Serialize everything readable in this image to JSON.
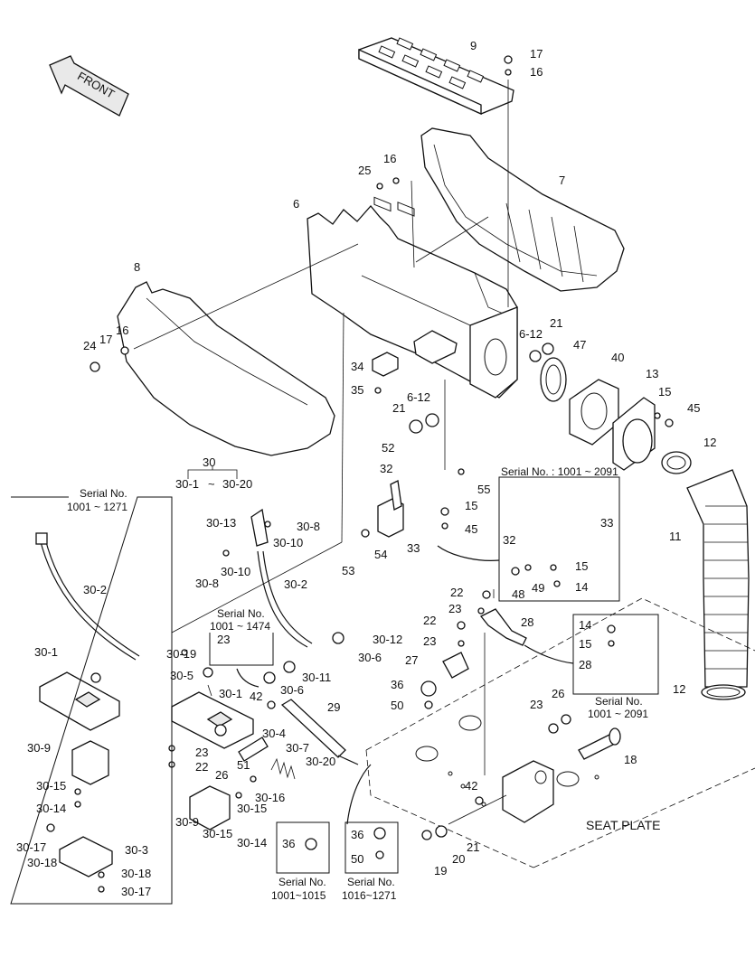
{
  "front_arrow": {
    "text": "FRONT"
  },
  "seat_plate": {
    "text": "SEAT PLATE"
  },
  "group_30": {
    "title": "30",
    "range_start": "30-1",
    "tilde": "~",
    "range_end": "30-20"
  },
  "serial_boxes": {
    "left": {
      "line1": "Serial No.",
      "line2": "1001 ~ 1271"
    },
    "right_mid": {
      "text": "Serial No. : 1001 ~ 2091"
    },
    "small_mid": {
      "line1": "Serial No.",
      "line2": "1001 ~ 1474"
    },
    "bracket_28": {
      "line1": "Serial No.",
      "line2": "1001 ~ 2091"
    },
    "bolt_a": {
      "line1": "Serial No.",
      "line2": "1001~1015"
    },
    "bolt_b": {
      "line1": "Serial No.",
      "line2": "1016~1271"
    }
  },
  "part_labels": {
    "p9": "9",
    "p17a": "17",
    "p16a": "16",
    "p7": "7",
    "p25": "25",
    "p16b": "16",
    "p6": "6",
    "p8": "8",
    "p24": "24",
    "p17b": "17",
    "p16c": "16",
    "p34": "34",
    "p35": "35",
    "p6_12a": "6-12",
    "p21a": "21",
    "p47": "47",
    "p40": "40",
    "p13": "13",
    "p15a": "15",
    "p45a": "45",
    "p6_12b": "6-12",
    "p21b": "21",
    "p12a": "12",
    "p52": "52",
    "p32a": "32",
    "p55": "55",
    "p15b": "15",
    "p45b": "45",
    "p33a": "33",
    "p53": "53",
    "p54": "54",
    "p32b": "32",
    "p33b": "33",
    "p15c": "15",
    "p48": "48",
    "p49": "49",
    "p14a": "14",
    "p11": "11",
    "p30_2a": "30-2",
    "p30_1a": "30-1",
    "p30_9a": "30-9",
    "p30_15a": "30-15",
    "p30_14a": "30-14",
    "p30_17a": "30-17",
    "p30_18a": "30-18",
    "p30_3": "30-3",
    "p30_18b": "30-18",
    "p30_17b": "30-17",
    "p30_13": "30-13",
    "p30_8a": "30-8",
    "p30_10a": "30-10",
    "p30_10b": "30-10",
    "p30_8b": "30-8",
    "p30_2b": "30-2",
    "p30_12": "30-12",
    "p30_6a": "30-6",
    "p30_19": "30-19",
    "p23a": "23",
    "p30_5": "30-5",
    "p30_11": "30-11",
    "p30_6b": "30-6",
    "p30_1b": "30-1",
    "p42a": "42",
    "p29": "29",
    "p30_4": "30-4",
    "p30_7": "30-7",
    "p23b": "23",
    "p22a": "22",
    "p26a": "26",
    "p51": "51",
    "p30_20": "30-20",
    "p30_9b": "30-9",
    "p30_16": "30-16",
    "p30_15b": "30-15",
    "p30_15c": "30-15",
    "p30_14b": "30-14",
    "p36a": "36",
    "p36b": "36",
    "p50a": "50",
    "p22b": "22",
    "p23c": "23",
    "p22c": "22",
    "p28a": "28",
    "p23d": "23",
    "p27": "27",
    "p36c": "36",
    "p50b": "50",
    "p14b": "14",
    "p15d": "15",
    "p28b": "28",
    "p23e": "23",
    "p26b": "26",
    "p12b": "12",
    "p18": "18",
    "p42b": "42",
    "p21c": "21",
    "p20": "20",
    "p19": "19"
  }
}
